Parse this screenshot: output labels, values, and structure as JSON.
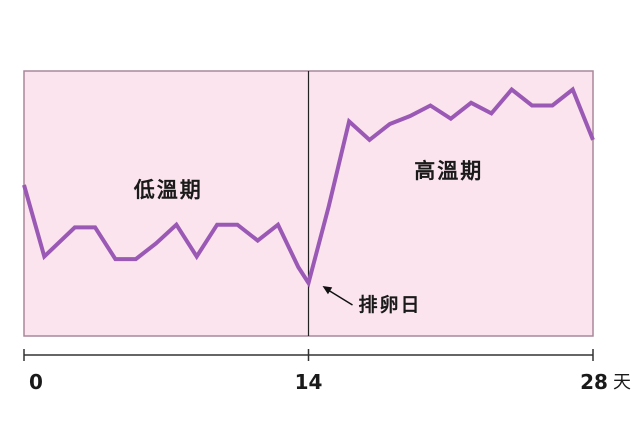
{
  "colors": {
    "plot_background": "#fbe4ee",
    "plot_border": "#a9879a",
    "series_line": "#9b59b6",
    "axis": "#333333",
    "divider": "#222222"
  },
  "labels": {
    "low_temp_phase": "低溫期",
    "high_temp_phase": "高溫期",
    "ovulation_day": "排卵日",
    "x_unit": "天"
  },
  "chart_data": {
    "type": "line",
    "title": "",
    "xlabel": "",
    "ylabel": "",
    "xlim": [
      0,
      28
    ],
    "ylim": [
      0,
      10
    ],
    "y_hidden": true,
    "grid": false,
    "legend": "none",
    "x_ticks": [
      {
        "value": 0,
        "label": "0"
      },
      {
        "value": 14,
        "label": "14"
      },
      {
        "value": 28,
        "label": "28"
      }
    ],
    "annotations": {
      "divider_x": 14,
      "ovulation_x": 14
    },
    "series": [
      {
        "x": [
          0,
          1,
          2.5,
          3.5,
          4.5,
          5.5,
          6.5,
          7.5,
          8.5,
          9.5,
          10.5,
          11.5,
          12.5,
          13.5,
          14,
          15,
          16,
          17,
          18,
          19,
          20,
          21,
          22,
          23,
          24,
          25,
          26,
          27,
          28
        ],
        "values": [
          5.7,
          3.0,
          4.1,
          4.1,
          2.9,
          2.9,
          3.5,
          4.2,
          3.0,
          4.2,
          4.2,
          3.6,
          4.2,
          2.6,
          2.0,
          4.9,
          8.1,
          7.4,
          8.0,
          8.3,
          8.7,
          8.2,
          8.8,
          8.4,
          9.3,
          8.7,
          8.7,
          9.3,
          7.4
        ]
      }
    ]
  }
}
